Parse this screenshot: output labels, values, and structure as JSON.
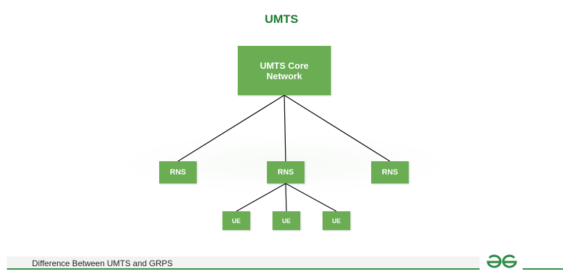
{
  "diagram": {
    "title": "UMTS",
    "core": {
      "label_line1": "UMTS Core",
      "label_line2": "Network"
    },
    "rns": [
      {
        "label": "RNS"
      },
      {
        "label": "RNS"
      },
      {
        "label": "RNS"
      }
    ],
    "ue": [
      {
        "label": "UE"
      },
      {
        "label": "UE"
      },
      {
        "label": "UE"
      }
    ]
  },
  "footer": {
    "caption": "Difference Between UMTS and GRPS",
    "logo_icon": "gfg-logo-icon"
  },
  "colors": {
    "node_fill": "#6aad53",
    "title_text": "#1b7a2e",
    "accent_line": "#2f8d46"
  }
}
